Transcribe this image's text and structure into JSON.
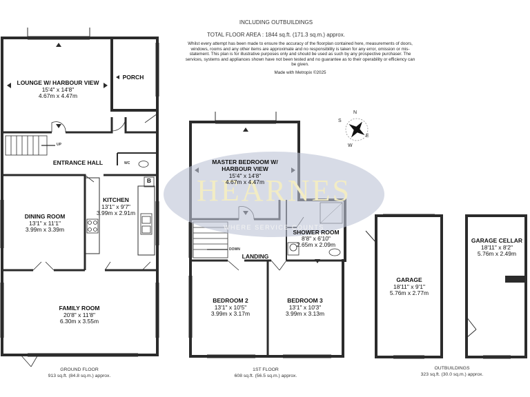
{
  "header": {
    "subtitle": "INCLUDING OUTBUILDINGS",
    "total_area": "TOTAL FLOOR AREA : 1844 sq.ft. (171.3 sq.m.) approx.",
    "disclaimer": "Whilst every attempt has been made to ensure the accuracy of the floorplan contained here, measurements of doors, windows, rooms and any other items are approximate and no responsibility is taken for any error, omission or mis-statement. This plan is for illustrative purposes only and should be used as such by any prospective purchaser. The services, systems and appliances shown have not been tested and no guarantee as to their operability or efficiency can be given.",
    "credit": "Made with Metropix ©2025"
  },
  "watermark": {
    "brand": "HEARNES",
    "tagline": "WHERE SERVICE COUNTS"
  },
  "compass": {
    "n": "N",
    "s": "S",
    "e": "E",
    "w": "W"
  },
  "ground_floor": {
    "lounge": {
      "name": "LOUNGE W/ HARBOUR VIEW",
      "imperial": "15'4\" x 14'8\"",
      "metric": "4.67m x 4.47m"
    },
    "porch": {
      "name": "PORCH"
    },
    "entrance_hall": {
      "name": "ENTRANCE HALL"
    },
    "wc": {
      "name": "WC"
    },
    "up": {
      "name": "UP"
    },
    "boiler": {
      "name": "B"
    },
    "kitchen": {
      "name": "KITCHEN",
      "imperial": "13'1\" x 9'7\"",
      "metric": "3.99m x 2.91m"
    },
    "dining": {
      "name": "DINING ROOM",
      "imperial": "13'1\" x 11'1\"",
      "metric": "3.99m x 3.39m"
    },
    "family": {
      "name": "FAMILY ROOM",
      "imperial": "20'8\" x 11'8\"",
      "metric": "6.30m x 3.55m"
    },
    "label": "GROUND FLOOR",
    "area": "913 sq.ft. (84.8 sq.m.) approx."
  },
  "first_floor": {
    "master": {
      "name_line1": "MASTER BEDROOM W/",
      "name_line2": "HARBOUR VIEW",
      "imperial": "15'4\" x 14'8\"",
      "metric": "4.67m x 4.47m"
    },
    "shower": {
      "name": "SHOWER ROOM",
      "imperial": "8'8\" x 6'10\"",
      "metric": "2.65m x 2.09m"
    },
    "landing": {
      "name": "LANDING"
    },
    "down": {
      "name": "DOWN"
    },
    "bed2": {
      "name": "BEDROOM 2",
      "imperial": "13'1\" x 10'5\"",
      "metric": "3.99m x 3.17m"
    },
    "bed3": {
      "name": "BEDROOM 3",
      "imperial": "13'1\" x 10'3\"",
      "metric": "3.99m x 3.13m"
    },
    "label": "1ST FLOOR",
    "area": "608 sq.ft. (56.5 sq.m.) approx."
  },
  "outbuildings": {
    "garage": {
      "name": "GARAGE",
      "imperial": "18'11\" x 9'1\"",
      "metric": "5.76m x 2.77m"
    },
    "cellar": {
      "name": "GARAGE CELLAR",
      "imperial": "18'11\" x 8'2\"",
      "metric": "5.76m x 2.49m"
    },
    "label": "OUTBUILDINGS",
    "area": "323 sq.ft. (30.0 sq.m.) approx."
  },
  "colors": {
    "wall": "#2b2b2b",
    "watermark_fill": "#bcc3d6",
    "watermark_text": "#f2ecc4",
    "background": "#ffffff"
  }
}
